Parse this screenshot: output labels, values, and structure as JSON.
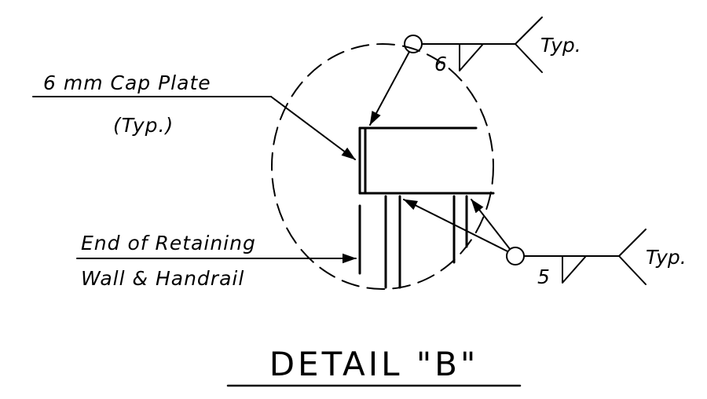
{
  "drawing": {
    "title": "DETAIL \"B\"",
    "callouts": {
      "cap_plate_line1": "6 mm Cap Plate",
      "cap_plate_line2": "(Typ.)",
      "wall_line1": "End of Retaining",
      "wall_line2": "Wall & Handrail"
    },
    "weld_top": {
      "size": "6",
      "note": "Typ."
    },
    "weld_bottom": {
      "size": "5",
      "note": "Typ."
    }
  }
}
